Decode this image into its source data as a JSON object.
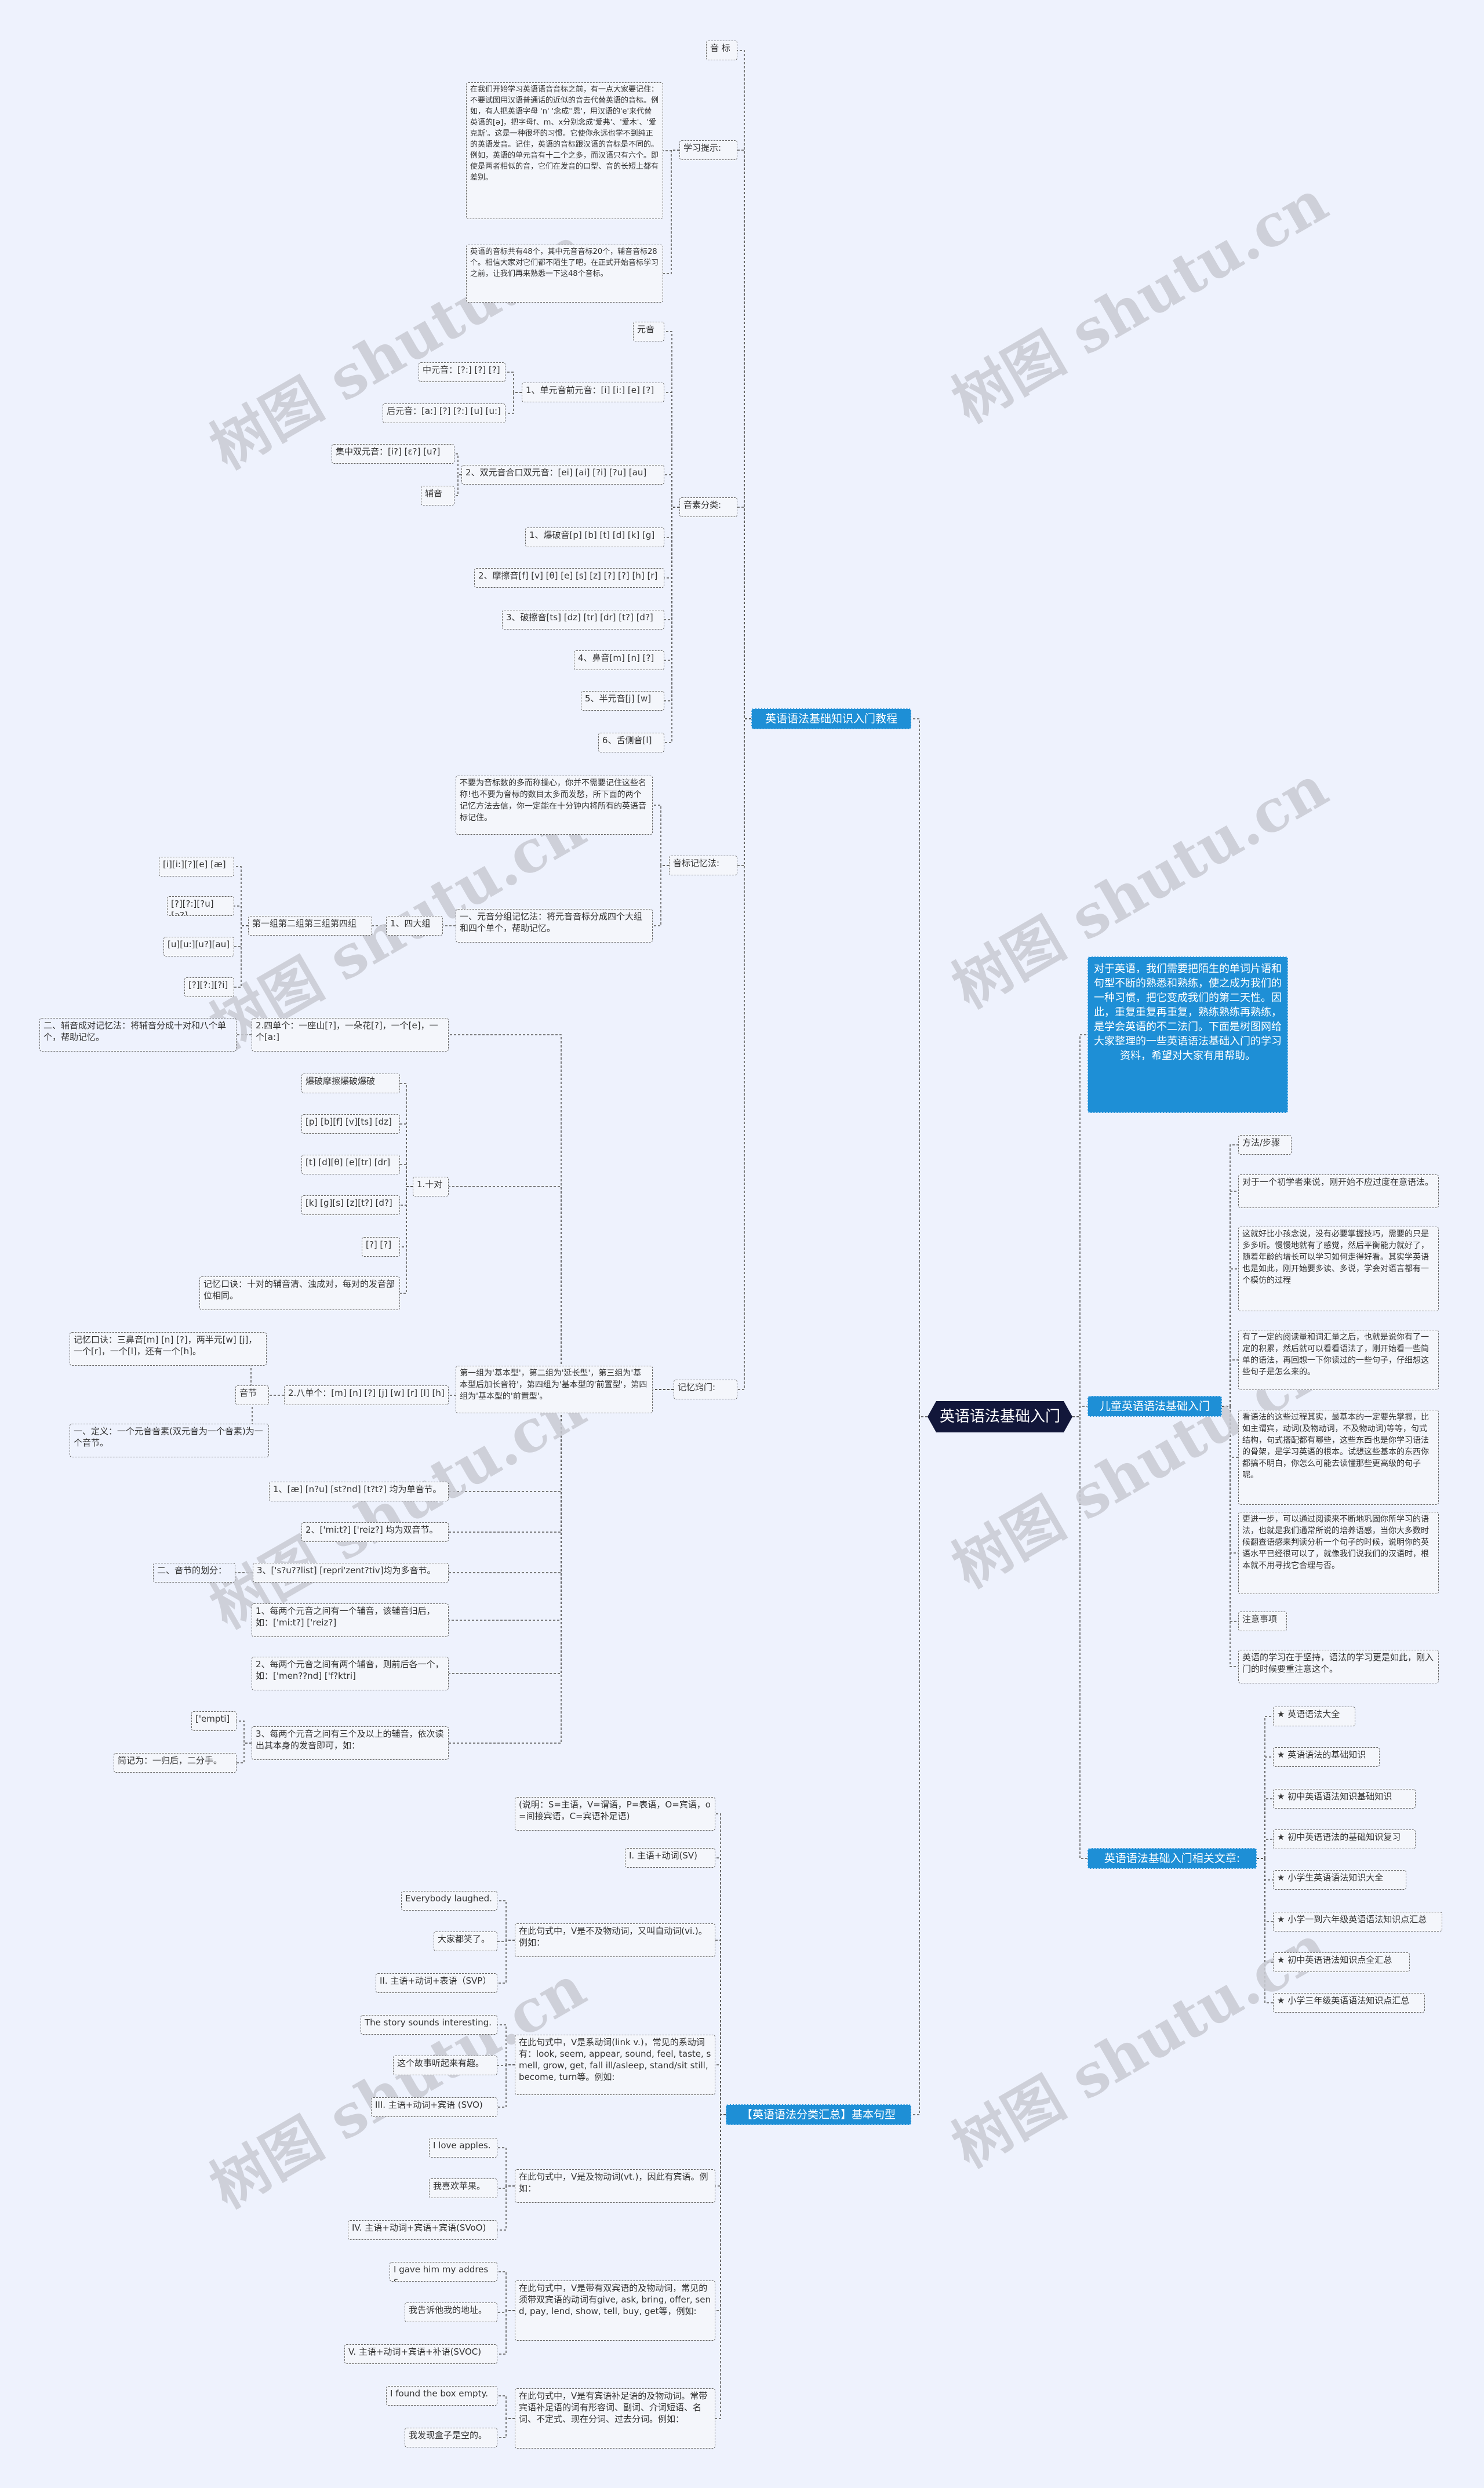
{
  "watermark": "树图 shutu.cn",
  "root": "英语语法基础入门",
  "branch_a": {
    "title": "英语语法基础知识入门教程",
    "yinbiao": "音 标",
    "xuexi_tishi": "学习提示:",
    "xuexi_text": "在我们开始学习英语语音音标之前，有一点大家要记住：不要试图用汉语普通话的近似的音去代替英语的音标。例如，有人把英语字母 'n' '念成''恩'，用汉语的'e'来代替英语的[ə]，把字母f、m、x分别念成'爱弗'、'爱木'、'爱克斯'。这是一种很坏的习惯。它使你永远也学不到纯正的英语发音。记住，英语的音标跟汉语的音标是不同的。例如，英语的单元音有十二个之多，而汉语只有六个。即使是两者相似的音，它们在发音的口型、音的长短上都有差别。",
    "intro_count": "英语的音标共有48个，其中元音音标20个，辅音音标28个。相信大家对它们都不陌生了吧，在正式开始音标学习之前，让我们再来熟悉一下这48个音标。",
    "yinsu_fenlei": "音素分类:",
    "yuanyin": "元音",
    "danyuanyin": "1、单元音前元音：[i] [i:] [e] [?]",
    "zhongyuanyin": "中元音：[?:] [?] [?]",
    "houyuanyin": "后元音：[a:] [?] [?:] [u] [u:]",
    "shuangyuanyin": "2、双元音合口双元音：[ei] [ai] [?i] [?u] [au]",
    "jizhong": "集中双元音：[i?] [ε?] [u?]",
    "fuyin": "辅音",
    "f1": "1、爆破音[p] [b] [t] [d] [k] [g]",
    "f2": "2、摩擦音[f] [v] [θ] [e] [s] [z] [?] [?] [h] [r]",
    "f3": "3、破擦音[ts] [dz] [tr] [dr] [t?] [d?]",
    "f4": "4、鼻音[m] [n] [?]",
    "f5": "5、半元音[j] [w]",
    "f6": "6、舌侧音[l]",
    "jiyi_fangfa": "音标记忆法:",
    "jiyi_text": "不要为音标数的多而称操心，你并不需要记住这些名称!也不要为音标的数目太多而发愁，所下面的两个记忆方法去信，你一定能在十分钟内将所有的英语音标记住。",
    "yi_yuanyin": "一、元音分组记忆法：将元音音标分成四个大组和四个单个，帮助记忆。",
    "sidazu": "1、四大组",
    "diyi_zu": "第一组第二组第三组第四组",
    "g1": "[i][i:][?][e] [æ]",
    "g2": "[?][?:][?u][a?]",
    "g3": "[u][u:][u?][au]",
    "g4": "[?][?:][?i]",
    "er_fuyin": "二、辅音成对记忆法：将辅音分成十对和八个单个，帮助记忆。",
    "sige_dange": "2.四单个：一座山[?]，一朵花[?]，一个[e]，一个[a:]",
    "shidui": "1.十对",
    "d1": "爆破摩擦爆破爆破",
    "d2": "[p] [b][f] [v][ts] [dz]",
    "d3": "[t] [d][θ] [e][tr] [dr]",
    "d4": "[k] [g][s] [z][t?] [d?]",
    "d5": "[?] [?]",
    "jiyi_koujue": "记忆口诀：十对的辅音清、浊成对，每对的发音部位相同。",
    "jiyi_men": "记忆窍门:",
    "men_text": "第一组为'基本型'，第二组为'延长型'，第三组为'基本型后加长音符'，第四组为'基本型的'前置型'，第四组为'基本型的'前置型'。",
    "koujue2": "记忆口诀：三鼻音[m] [n] [?]，两半元[w] [j]，一个[r]，一个[l]，还有一个[h]。",
    "yinjie": "音节",
    "bage_dange": "2.八单个：[m] [n] [?] [j] [w] [r] [l] [h]",
    "dingyi": "一、定义：一个元音音素(双元音为一个音素)为一个音节。",
    "yinjie_1": "1、[æ] [n?u] [st?nd] [t?t?] 均为单音节。",
    "yinjie_2": "2、['mi:t?] ['reiz?] 均为双音节。",
    "huafen": "二、音节的划分：",
    "yinjie_3": "3、['s?u??list] [repri'zent?tiv]均为多音节。",
    "h1": "1、每两个元音之间有一个辅音，该辅音归后，如：['mi:t?] ['reiz?]",
    "h2": "2、每两个元音之间有两个辅音，则前后各一个，如：['men??nd] ['f?ktri]",
    "h3": "3、每两个元音之间有三个及以上的辅音，依次读出其本身的发音即可，如：",
    "empti": "['empti]",
    "jianji": "简记为：一归后，二分手。"
  },
  "branch_b": {
    "title": "【英语语法分类汇总】基本句型",
    "shuoming": "(说明：S=主语，V=谓语，P=表语，O=宾语，o=间接宾语，C=宾语补足语)",
    "s1_title": "I. 主语+动词(SV)",
    "s1_desc": "在此句式中，V是不及物动词，又叫自动词(vi.)。例如：",
    "s1_en": "Everybody laughed.",
    "s1_cn": "大家都笑了。",
    "s2_title": "II. 主语+动词+表语（SVP）",
    "s2_desc": "在此句式中，V是系动词(link v.)，常见的系动词有：look, seem, appear, sound, feel, taste, smell, grow, get, fall ill/asleep, stand/sit still, become, turn等。例如:",
    "s2_en": "The story sounds interesting.",
    "s2_cn": "这个故事听起来有趣。",
    "s3_title": "III. 主语+动词+宾语 (SVO)",
    "s3_desc": "在此句式中，V是及物动词(vt.)，因此有宾语。例如：",
    "s3_en": "I love apples.",
    "s3_cn": "我喜欢苹果。",
    "s4_title": "IV. 主语+动词+宾语+宾语(SVoO)",
    "s4_desc": "在此句式中，V是带有双宾语的及物动词，常见的须带双宾语的动词有give, ask, bring, offer, send, pay, lend, show, tell, buy, get等，例如:",
    "s4_en": "I gave him my address.",
    "s4_cn": "我告诉他我的地址。",
    "s5_title": "V. 主语+动词+宾语+补语(SVOC)",
    "s5_desc": "在此句式中，V是有宾语补足语的及物动词。常带宾语补足语的词有形容词、副词、介词短语、名词、不定式、现在分词、过去分词。例如：",
    "s5_en": "I found the box empty.",
    "s5_cn": "我发现盒子是空的。"
  },
  "branch_c": {
    "intro": "对于英语，我们需要把陌生的单词片语和句型不断的熟悉和熟练，使之成为我们的一种习惯，把它变成我们的第二天性。因此，重复重复再重复，熟练熟练再熟练，是学会英语的不二法门。下面是树图网给大家整理的一些英语语法基础入门的学习资料，希望对大家有用帮助。",
    "title": "儿童英语语法基础入门",
    "fangfa": "方法/步骤",
    "p1": "对于一个初学者来说，刚开始不应过度在意语法。",
    "p2": "这就好比小孩念说，没有必要掌握技巧，需要的只是多多听。慢慢地就有了感觉，然后平衡能力就好了，随着年龄的增长可以学习如何走得好看。其实学英语也是如此，刚开始要多读、多说，学会对语言都有一个模仿的过程",
    "p3": "有了一定的阅读量和词汇量之后，也就是说你有了一定的积累，然后就可以看看语法了，刚开始看一些简单的语法，再回想一下你读过的一些句子，仔细想这些句子是怎么来的。",
    "p4": "看语法的这些过程其实，最基本的一定要先掌握，比如主谓宾，动词(及物动词，不及物动词)等等，句式结构，句式搭配都有哪些，这些东西也是你学习语法的骨架，是学习英语的根本。试想这些基本的东西你都搞不明白，你怎么可能去读懂那些更高级的句子呢。",
    "p5": "更进一步，可以通过阅读来不断地巩固你所学习的语法，也就是我们通常所说的培养语感，当你大多数时候翻查语感来判读分析一个句子的时候，说明你的英语水平已经很可以了，就像我们说我们的汉语时，根本就不用寻找它合理与否。",
    "zhuyi": "注意事项",
    "p6": "英语的学习在于坚持，语法的学习更是如此，刚入门的时候要重注意这个。"
  },
  "branch_d": {
    "title": "英语语法基础入门相关文章:",
    "items": [
      "★ 英语语法大全",
      "★ 英语语法的基础知识",
      "★ 初中英语语法知识基础知识",
      "★ 初中英语语法的基础知识复习",
      "★ 小学生英语语法知识大全",
      "★ 小学一到六年级英语语法知识点汇总",
      "★ 初中英语语法知识点全汇总",
      "★ 小学三年级英语语法知识点汇总"
    ]
  }
}
